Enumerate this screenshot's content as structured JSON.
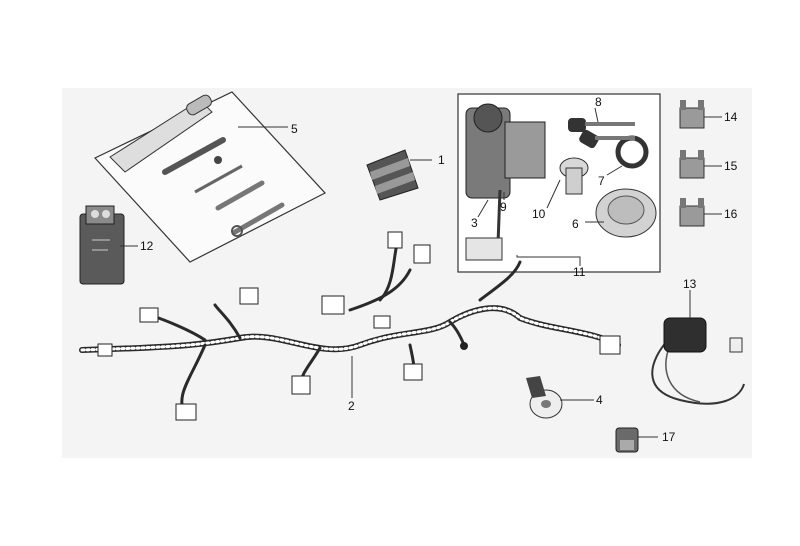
{
  "callouts": [
    {
      "id": "n1",
      "text": "1"
    },
    {
      "id": "n2",
      "text": "2"
    },
    {
      "id": "n3",
      "text": "3"
    },
    {
      "id": "n4",
      "text": "4"
    },
    {
      "id": "n5",
      "text": "5"
    },
    {
      "id": "n6",
      "text": "6"
    },
    {
      "id": "n7",
      "text": "7"
    },
    {
      "id": "n8",
      "text": "8"
    },
    {
      "id": "n9",
      "text": "9"
    },
    {
      "id": "n10",
      "text": "10"
    },
    {
      "id": "n11",
      "text": "11"
    },
    {
      "id": "n12",
      "text": "12"
    },
    {
      "id": "n13",
      "text": "13"
    },
    {
      "id": "n14",
      "text": "14"
    },
    {
      "id": "n15",
      "text": "15"
    },
    {
      "id": "n16",
      "text": "16"
    },
    {
      "id": "n17",
      "text": "17"
    }
  ],
  "colors": {
    "background": "#ffffff",
    "panel": "#f4f4f4",
    "part_dark": "#3a3a3a",
    "part_mid": "#8a8a8a",
    "part_light": "#cfcfcf",
    "leader": "#333333"
  }
}
